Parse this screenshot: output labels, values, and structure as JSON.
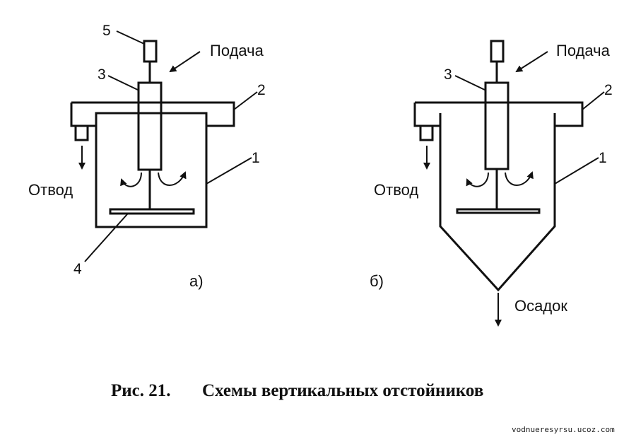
{
  "labels": {
    "feed": "Подача",
    "outlet": "Отвод",
    "sediment": "Осадок"
  },
  "variants": {
    "a": "а)",
    "b": "б)"
  },
  "numbers": {
    "n1": "1",
    "n2": "2",
    "n3": "3",
    "n4": "4",
    "n5": "5"
  },
  "caption": {
    "figure": "Рис. 21.",
    "title": "Схемы вертикальных отстойников"
  },
  "watermark": "vodnueresyrsu.ucoz.com"
}
